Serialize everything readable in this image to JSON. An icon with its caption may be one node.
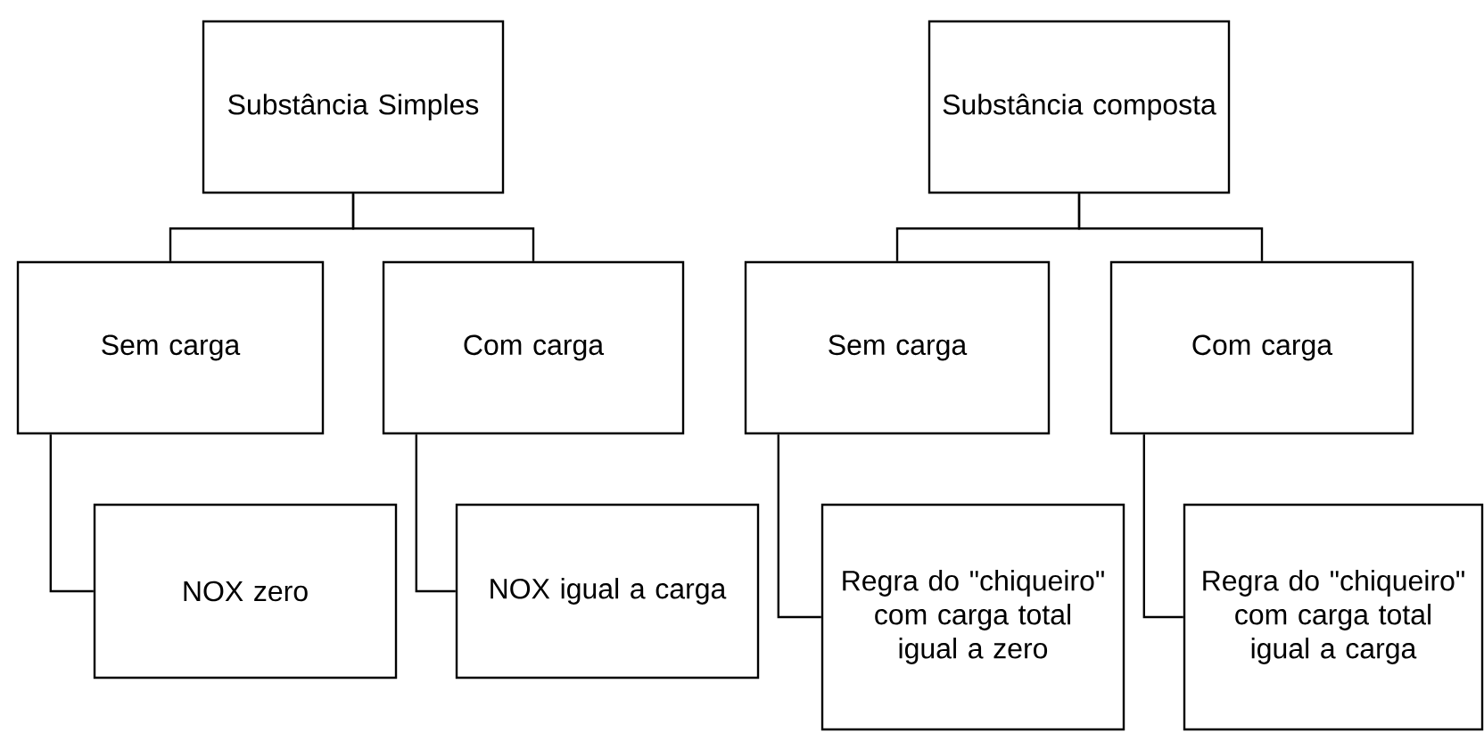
{
  "diagram": {
    "nodes": [
      {
        "text": [
          "Substância Simples"
        ]
      },
      {
        "text": [
          "Sem carga"
        ]
      },
      {
        "text": [
          "Com carga"
        ]
      },
      {
        "text": [
          "NOX zero"
        ]
      },
      {
        "text": [
          "NOX igual a carga"
        ]
      },
      {
        "text": [
          "Substância composta"
        ]
      },
      {
        "text": [
          "Sem carga"
        ]
      },
      {
        "text": [
          "Com carga"
        ]
      },
      {
        "text": [
          "Regra do \"chiqueiro\" com carga total igual a zero"
        ]
      },
      {
        "text": [
          "Regra do \"chiqueiro\" com carga total igual a carga"
        ]
      }
    ],
    "edges": [
      {
        "from": 0,
        "to": 1,
        "arrow": "none"
      },
      {
        "from": 0,
        "to": 2,
        "arrow": "none"
      },
      {
        "from": 1,
        "to": 3,
        "arrow": "none"
      },
      {
        "from": 2,
        "to": 4,
        "arrow": "none"
      },
      {
        "from": 5,
        "to": 6,
        "arrow": "none"
      },
      {
        "from": 5,
        "to": 7,
        "arrow": "none"
      },
      {
        "from": 6,
        "to": 8,
        "arrow": "none"
      },
      {
        "from": 7,
        "to": 9,
        "arrow": "none"
      }
    ]
  }
}
